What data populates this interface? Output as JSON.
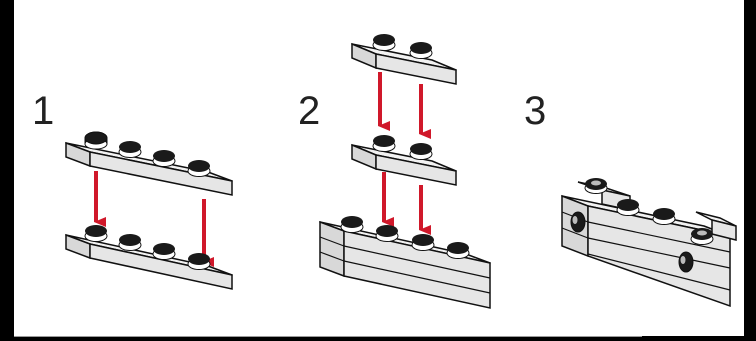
{
  "steps": [
    {
      "number": "1"
    },
    {
      "number": "2"
    },
    {
      "number": "3"
    }
  ],
  "colors": {
    "background": "#000000",
    "panel": "#ffffff",
    "brick_top": "#f1f1f1",
    "brick_side": "#dcdcdc",
    "stud_top": "#1a1a1a",
    "arrow": "#d0182a",
    "outline": "#111111"
  }
}
